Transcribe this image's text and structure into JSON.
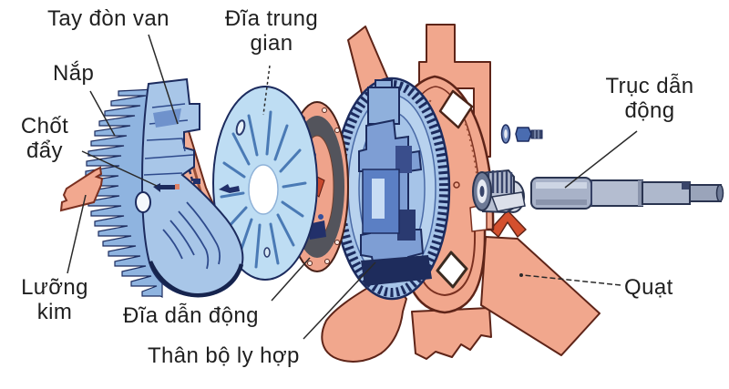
{
  "diagram": {
    "labels": {
      "tay_don_van": "Tay đòn van",
      "dia_trung_gian": "Đĩa trung\ngian",
      "nap": "Nắp",
      "chot_day": "Chốt\nđẩy",
      "luong_kim": "Lưỡng\nkim",
      "dia_dan_dong": "Đĩa dẫn động",
      "than_bo_ly_hop": "Thân bộ ly hợp",
      "truc_dan_dong": "Trục dẫn\nđộng",
      "quat": "Quạt"
    },
    "colors": {
      "background": "#FFFFFF",
      "salmon": "#F1A78D",
      "salmon_accent": "#D4502E",
      "salmon_outline": "#6B2A1A",
      "blue_light": "#BEDDF3",
      "blue_mid": "#A6C4E8",
      "blue_deep": "#5B7FC4",
      "navy_outline": "#1C2B5E",
      "steel_gray": "#AEB8CC",
      "friction_gray": "#53545C",
      "label_text": "#1F1F1F",
      "leader_line": "#2A2A2A"
    }
  }
}
